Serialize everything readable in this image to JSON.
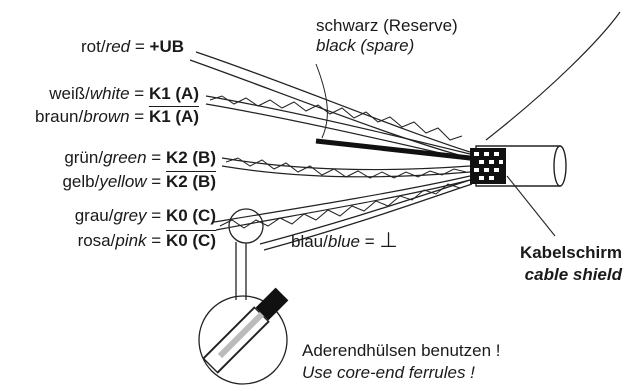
{
  "wires": [
    {
      "de": "rot",
      "en": "red",
      "eq": " = ",
      "signal": "+UB",
      "overline": false
    },
    {
      "de": "weiß",
      "en": "white",
      "eq": " = ",
      "signal": "K1 (A)",
      "overline": false
    },
    {
      "de": "braun",
      "en": "brown",
      "eq": " = ",
      "signal": "K1 (A)",
      "overline": true
    },
    {
      "de": "grün",
      "en": "green",
      "eq": " = ",
      "signal": "K2 (B)",
      "overline": false
    },
    {
      "de": "gelb",
      "en": "yellow",
      "eq": " = ",
      "signal": "K2 (B)",
      "overline": true
    },
    {
      "de": "grau",
      "en": "grey",
      "eq": " = ",
      "signal": "K0 (C)",
      "overline": false
    },
    {
      "de": "rosa",
      "en": "pink",
      "eq": " = ",
      "signal": "K0 (C)",
      "overline": true
    }
  ],
  "slash": "/",
  "blue": {
    "de": "blau",
    "en": "blue",
    "eq": " = ",
    "symbol": "⊥"
  },
  "reserve": {
    "de": "schwarz (Reserve)",
    "en": "black (spare)"
  },
  "shield": {
    "de": "Kabelschirm",
    "en": "cable shield"
  },
  "ferrule_note": {
    "de": "Aderendhülsen benutzen !",
    "en": "Use core-end ferrules !"
  }
}
